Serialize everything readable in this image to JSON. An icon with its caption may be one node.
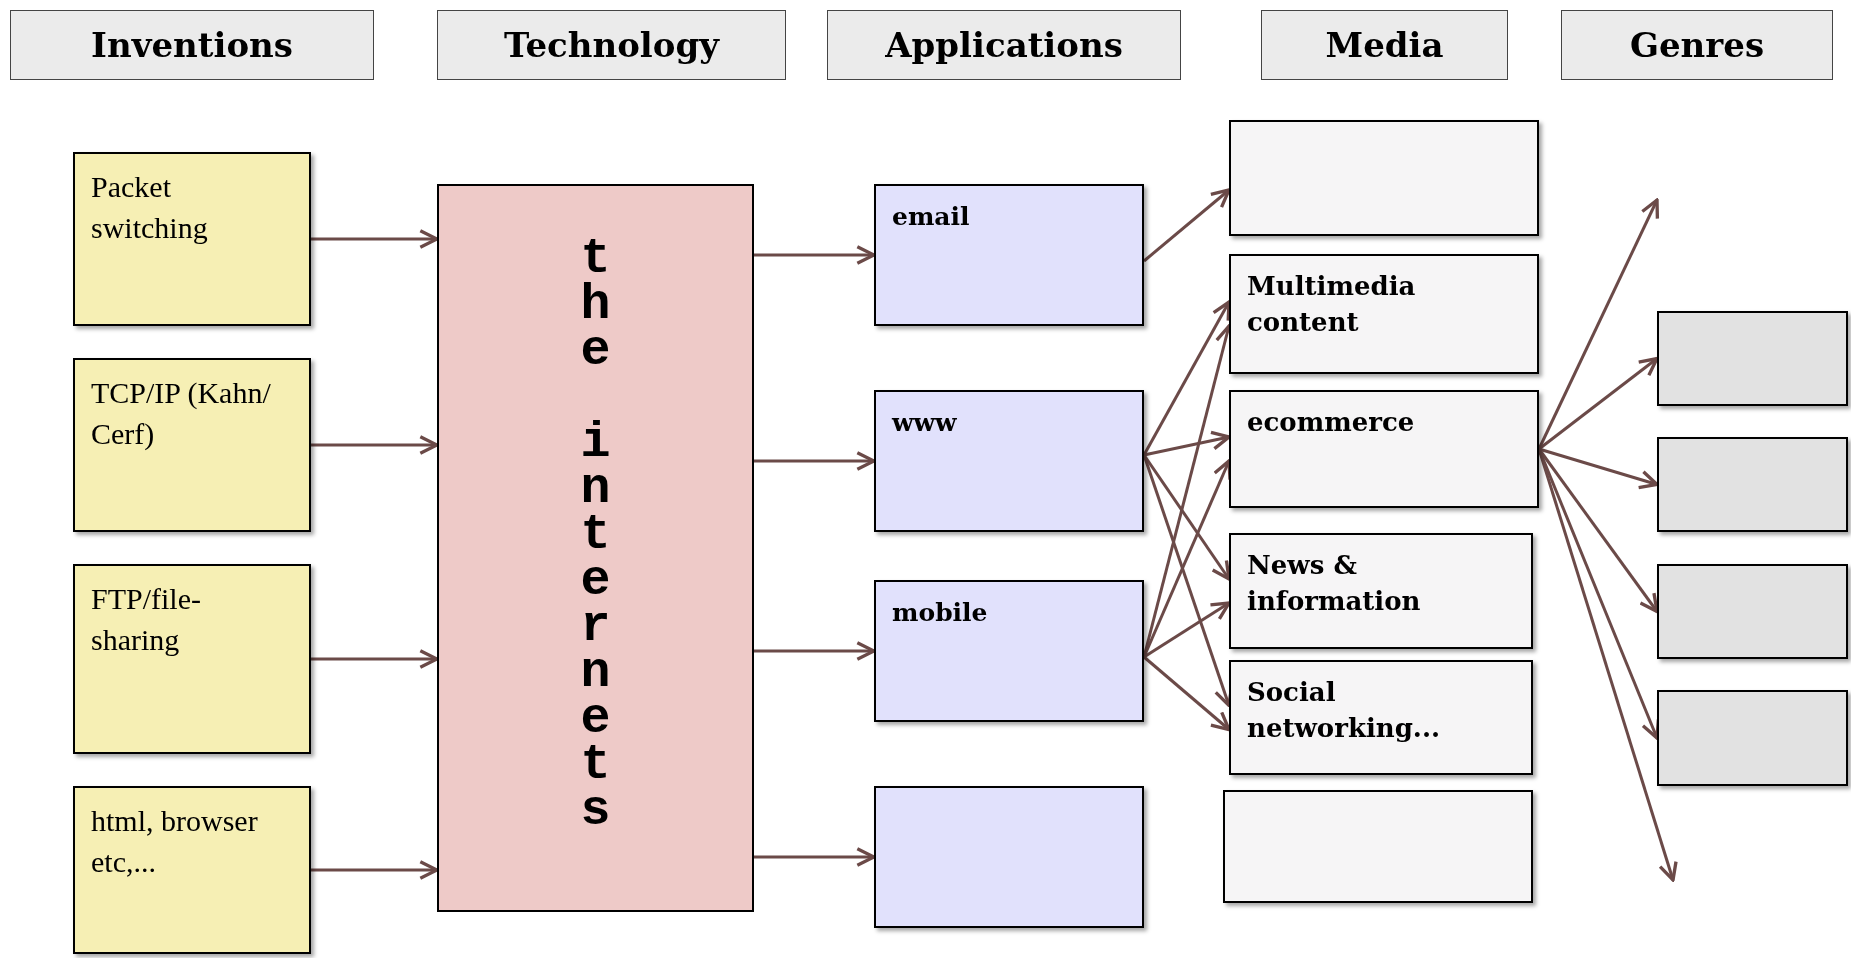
{
  "diagram": {
    "nodes": [
      {
        "text": [
          "Inventions"
        ]
      },
      {
        "text": [
          "Technology"
        ]
      },
      {
        "text": [
          "Applications"
        ]
      },
      {
        "text": [
          "Media"
        ]
      },
      {
        "text": [
          "Genres"
        ]
      },
      {
        "text": [
          "Packet switching"
        ]
      },
      {
        "text": [
          "TCP/IP (Kahn/ Cerf)"
        ]
      },
      {
        "text": [
          "FTP/file- sharing"
        ]
      },
      {
        "text": [
          "html, browser etc,..."
        ]
      },
      {
        "text": [
          "the internets"
        ]
      },
      {
        "text": [
          "email"
        ]
      },
      {
        "text": [
          "www"
        ]
      },
      {
        "text": [
          "mobile"
        ]
      },
      {
        "text": [],
        "shape": "box"
      },
      {
        "text": [],
        "shape": "box"
      },
      {
        "text": [
          "Multimedia content"
        ]
      },
      {
        "text": [
          "ecommerce"
        ]
      },
      {
        "text": [
          "News & information"
        ]
      },
      {
        "text": [
          "Social networking..."
        ]
      },
      {
        "text": [],
        "shape": "box"
      },
      {
        "text": [],
        "shape": "box"
      },
      {
        "text": [],
        "shape": "box"
      },
      {
        "text": [],
        "shape": "box"
      },
      {
        "text": [],
        "shape": "box"
      }
    ],
    "edges": [
      {
        "from": 5,
        "to": 9,
        "arrow": "to"
      },
      {
        "from": 6,
        "to": 9,
        "arrow": "to"
      },
      {
        "from": 7,
        "to": 9,
        "arrow": "to"
      },
      {
        "from": 8,
        "to": 9,
        "arrow": "to"
      },
      {
        "from": 9,
        "to": 10,
        "arrow": "to"
      },
      {
        "from": 9,
        "to": 11,
        "arrow": "to"
      },
      {
        "from": 9,
        "to": 12,
        "arrow": "to"
      },
      {
        "from": 9,
        "to": 13,
        "arrow": "to"
      },
      {
        "from": 10,
        "to": 14,
        "arrow": "to"
      },
      {
        "from": 11,
        "to": 15,
        "arrow": "to"
      },
      {
        "from": 11,
        "to": 16,
        "arrow": "to"
      },
      {
        "from": 11,
        "to": 17,
        "arrow": "to"
      },
      {
        "from": 11,
        "to": 18,
        "arrow": "to"
      },
      {
        "from": 12,
        "to": 15,
        "arrow": "to"
      },
      {
        "from": 12,
        "to": 16,
        "arrow": "to"
      },
      {
        "from": 12,
        "to": 17,
        "arrow": "to"
      },
      {
        "from": 12,
        "to": 18,
        "arrow": "to"
      },
      {
        "from": 16,
        "to": null,
        "arrow": "to"
      },
      {
        "from": 16,
        "to": 20,
        "arrow": "to"
      },
      {
        "from": 16,
        "to": 21,
        "arrow": "to"
      },
      {
        "from": 16,
        "to": 22,
        "arrow": "to"
      },
      {
        "from": 16,
        "to": 23,
        "arrow": "to"
      },
      {
        "from": 16,
        "to": null,
        "arrow": "to"
      }
    ]
  }
}
